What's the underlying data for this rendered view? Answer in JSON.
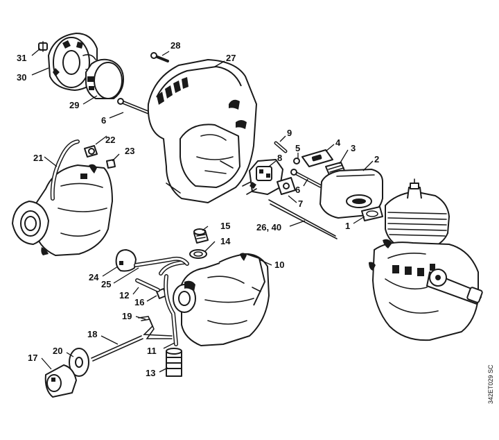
{
  "reference_code": "342ET029 SC",
  "callouts": {
    "c1": "1",
    "c2": "2",
    "c3": "3",
    "c4": "4",
    "c5": "5",
    "c6a": "6",
    "c6b": "6",
    "c7": "7",
    "c8": "8",
    "c9": "9",
    "c10": "10",
    "c11": "11",
    "c12": "12",
    "c13": "13",
    "c14": "14",
    "c15": "15",
    "c16": "16",
    "c17": "17",
    "c18": "18",
    "c19": "19",
    "c20": "20",
    "c21": "21",
    "c22": "22",
    "c23": "23",
    "c24": "24",
    "c25": "25",
    "c26_40": "26, 40",
    "c27": "27",
    "c28": "28",
    "c29": "29",
    "c30": "30",
    "c31": "31"
  }
}
